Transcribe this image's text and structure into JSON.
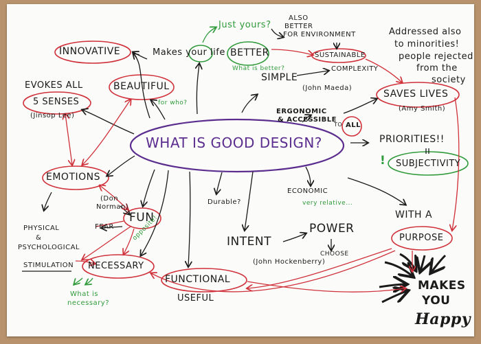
{
  "title": "WHAT IS GOOD DESIGN?",
  "nodes": {
    "innovative": "INNOVATIVE",
    "makes_your_life": "Makes your life",
    "better": "BETTER",
    "what_is_better": "What is better?",
    "just_yours": "Just yours?",
    "also_better_env_1": "ALSO",
    "also_better_env_2": "BETTER",
    "also_better_env_3": "FOR ENVIRONMENT",
    "sustainable": "SUSTAINABLE",
    "addressed_1": "Addressed also",
    "addressed_2": "to minorities!",
    "addressed_3": "people rejected",
    "addressed_4": "from the",
    "addressed_5": "society",
    "simple": "SIMPLE",
    "complexity": "COMPLEXITY",
    "john_maeda": "(John Maeda)",
    "saves_lives": "SAVES LIVES",
    "amy_smith": "(Amy Smith)",
    "evokes_1": "EVOKES ALL",
    "evokes_2": "5 SENSES",
    "jinsop_lee": "(Jinsop Lee)",
    "beautiful": "BEAUTIFUL",
    "for_who": "for who?",
    "ergonomic": "ERGONOMIC",
    "accessible": "& ACCESSIBLE",
    "to": "TO",
    "all": "ALL",
    "priorities": "PRIORITIES!!",
    "subjectivity": "SUBJECTIVITY",
    "exclaim": "!",
    "emotions": "EMOTIONS",
    "don_norman_1": "(Don",
    "don_norman_2": "Norman)",
    "fun": "FUN",
    "fear": "FEAR",
    "opposite": "opposite!",
    "physical_1": "PHYSICAL",
    "physical_2": "&",
    "physical_3": "PSYCHOLOGICAL",
    "stimulation": "STIMULATION",
    "necessary": "NECESSARY",
    "what_is_necessary_1": "What is",
    "what_is_necessary_2": "necessary?",
    "durable": "Durable?",
    "economic": "ECONOMIC",
    "very_relative": "very relative...",
    "intent": "INTENT",
    "power": "POWER",
    "choose": "CHOOSE",
    "john_hockenberry": "(John Hockenberry)",
    "functional": "FUNCTIONAL",
    "useful": "USEFUL",
    "with_a": "WITH A",
    "purpose": "PURPOSE",
    "makes": "MAKES",
    "you": "YOU",
    "happy": "Happy"
  },
  "colors": {
    "ink": "#1a1a1a",
    "red": "#d0303a",
    "green": "#2f9a3a",
    "purple": "#5a2d8e",
    "paper": "#fbfbf9",
    "board": "#b7926c"
  }
}
